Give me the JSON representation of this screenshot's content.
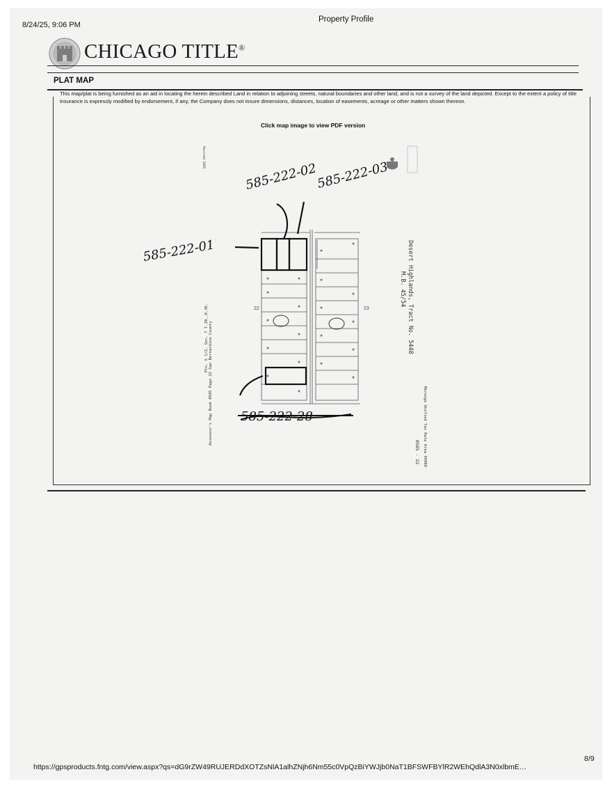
{
  "header": {
    "timestamp": "8/24/25, 9:06 PM",
    "page_title": "Property Profile"
  },
  "brand": {
    "logo_icon": "castle-seal-icon",
    "name": "CHICAGO TITLE",
    "trademark": "®"
  },
  "section": {
    "heading": "PLAT MAP",
    "disclaimer": "This map/plat is being furnished as an aid in locating the herein described Land in relation to adjoining streets, natural boundaries and other land, and is not a survey of the land depicted. Except to the extent a policy of title insurance is expressly modified by endorsement, if any, the Company does not insure dimensions, distances, location of easements, acreage or other matters shown thereon.",
    "link_text": "Click map image to view PDF version"
  },
  "map": {
    "handwritten_labels": {
      "parcel_01": "585-222-01",
      "parcel_02": "585-222-02",
      "parcel_03": "585-222-03",
      "struck_out": "585-222-28"
    },
    "side_text": {
      "tract": "Desert Highlands, Tract No. 5448",
      "book": "M.B. 45/54",
      "assessor": "Assessor's Map Book 0585 Page 22 San Bernardino County",
      "township": "Ptn. S 1/2, Sec. 7 T.1N.,R.3E.",
      "district": "Morongo Unified Tax Rate Area 94080",
      "map_no": "0585 - 22",
      "revised": "Revised 2005"
    },
    "block_numbers": {
      "left": "22",
      "right": "23"
    }
  },
  "footer": {
    "url": "https://gpsproducts.fntg.com/view.aspx?qs=dG9rZW49RUJERDdXOTZsNlA1alhZNjh6Nm55c0VpQzBiYWJjb0NaT1BFSWFBYlR2WEhQdlA3N0xlbmE…",
    "page": "8/9"
  }
}
